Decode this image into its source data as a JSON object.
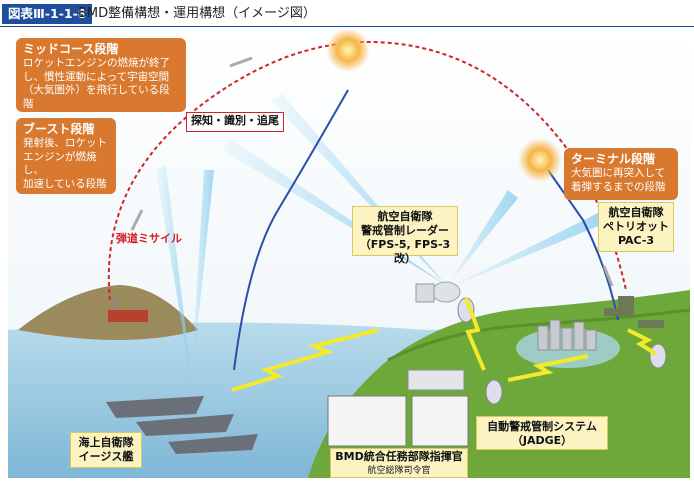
{
  "header": {
    "figure_label": "図表Ⅲ-1-1-8",
    "title": "BMD整備構想・運用構想（イメージ図）"
  },
  "labels": {
    "midcourse": {
      "title": "ミッドコース段階",
      "line1": "ロケットエンジンの燃焼が終了",
      "line2": "し、慣性運動によって宇宙空間",
      "line3": "（大気圏外）を飛行している段階"
    },
    "boost": {
      "title": "ブースト段階",
      "line1": "発射後、ロケット",
      "line2": "エンジンが燃焼し、",
      "line3": "加速している段階"
    },
    "terminal": {
      "title": "ターミナル段階",
      "line1": "大気圏に再突入して",
      "line2": "着弾するまでの段階"
    },
    "detect": "探知・識別・追尾",
    "missile": "弾道ミサイル",
    "radar": {
      "line1": "航空自衛隊",
      "line2": "警戒管制レーダー",
      "line3": "（FPS-5, FPS-3改）"
    },
    "pac3": {
      "line1": "航空自衛隊",
      "line2": "ペトリオット",
      "line3": "PAC-3"
    },
    "aegis": {
      "line1": "海上自衛隊",
      "line2": "イージス艦"
    },
    "command": {
      "line1": "BMD統合任務部隊指揮官",
      "line2": "航空総隊司令官"
    },
    "jadge": {
      "line1": "自動警戒管制システム",
      "line2": "（JADGE）"
    }
  },
  "colors": {
    "orange": "#d9782f",
    "trajectory": "#d2232a",
    "sea": "#9ec9e2",
    "land": "#6ea83a",
    "datalink": "#f2ea2a",
    "beam": "#8fd0ef"
  }
}
